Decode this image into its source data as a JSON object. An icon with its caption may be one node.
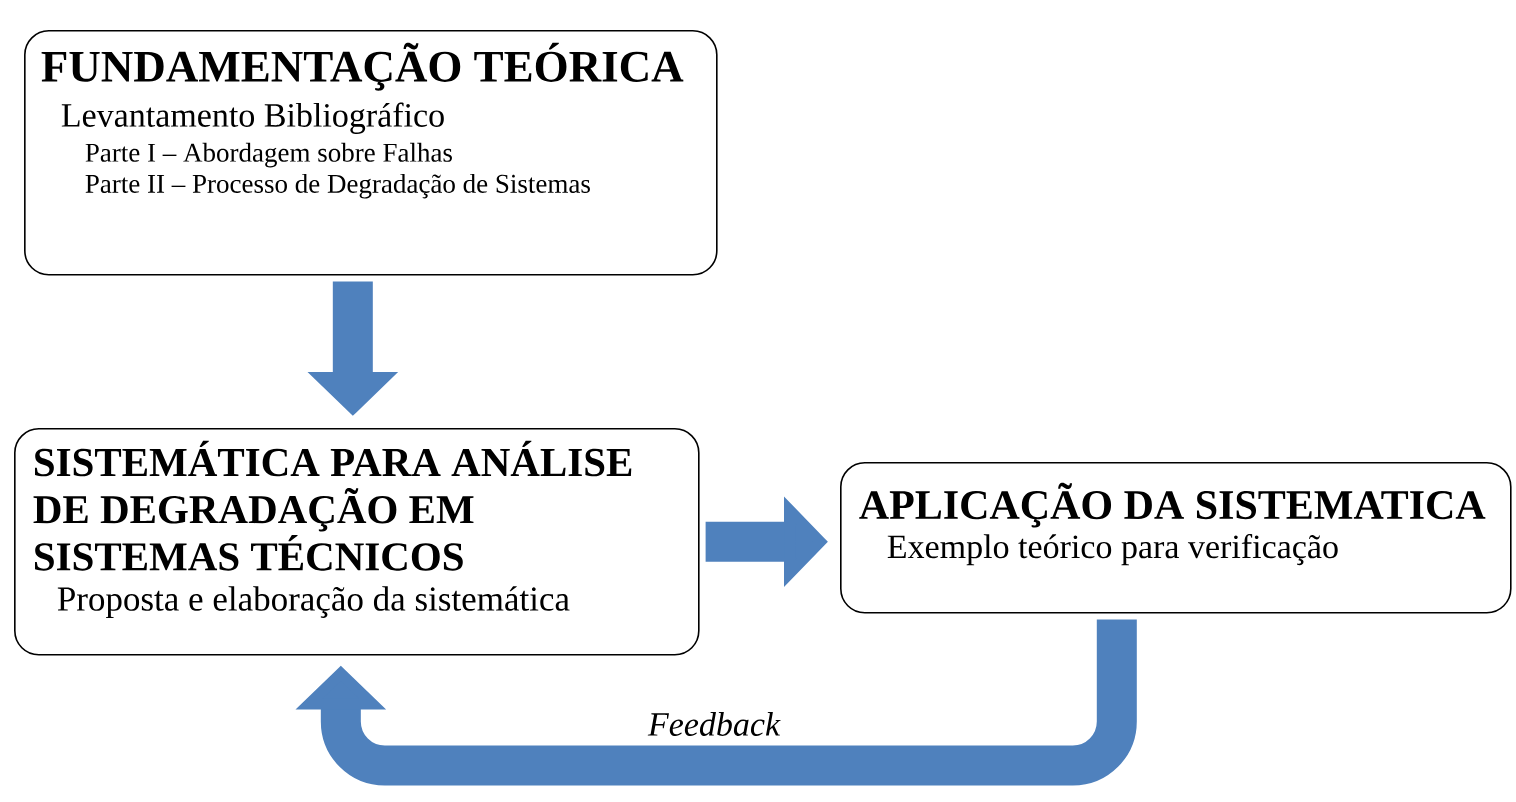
{
  "diagram": {
    "nodes": [
      {
        "text": [
          "FUNDAMENTAÇÃO TEÓRICA",
          "Levantamento Bibliográfico",
          "Parte I – Abordagem sobre Falhas",
          "Parte II – Processo de Degradação de Sistemas"
        ]
      },
      {
        "text": [
          "SISTEMÁTICA PARA ANÁLISE DE DEGRADAÇÃO EM SISTEMAS TÉCNICOS",
          "Proposta e elaboração da sistemática"
        ]
      },
      {
        "text": [
          "APLICAÇÃO DA SISTEMATICA",
          "Exemplo teórico para verificação"
        ]
      }
    ],
    "edges": [
      {
        "from": 0,
        "to": 1,
        "arrow": "to"
      },
      {
        "from": 1,
        "to": 2,
        "arrow": "to"
      },
      {
        "from": 2,
        "to": 1,
        "arrow": "to",
        "label": "Feedback"
      }
    ]
  }
}
